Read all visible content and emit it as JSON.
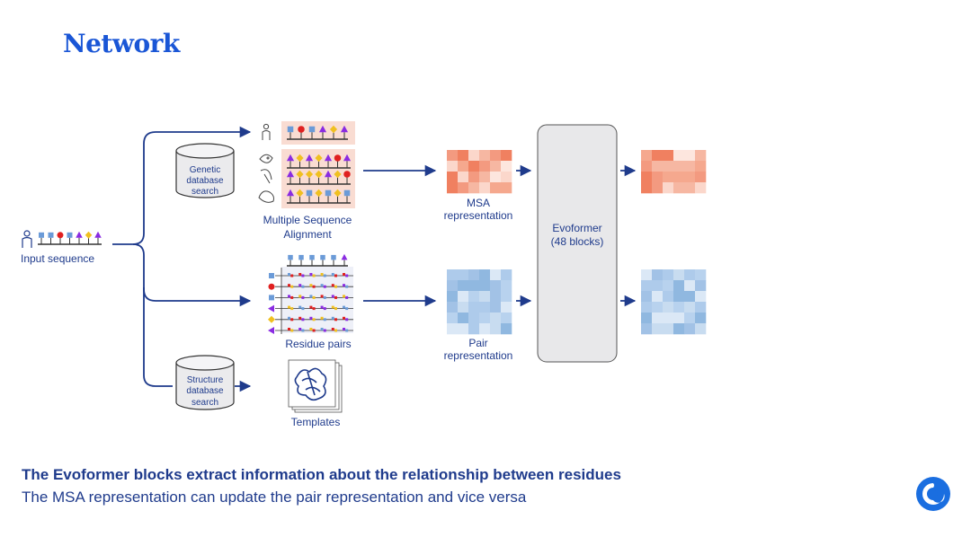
{
  "title": "Network",
  "labels": {
    "input_sequence": "Input sequence",
    "genetic_db": [
      "Genetic",
      "database",
      "search"
    ],
    "structure_db": [
      "Structure",
      "database",
      "search"
    ],
    "msa_alignment": [
      "Multiple Sequence",
      "Alignment"
    ],
    "residue_pairs": "Residue pairs",
    "templates": "Templates",
    "msa_representation": [
      "MSA",
      "representation"
    ],
    "pair_representation": [
      "Pair",
      "representation"
    ],
    "evoformer": [
      "Evoformer",
      "(48 blocks)"
    ]
  },
  "captions": {
    "line1": "The Evoformer blocks extract information about the relationship between residues",
    "line2": "The MSA representation can update the pair representation and vice versa"
  },
  "colors": {
    "arrow": "#1f3b8c",
    "title": "#1a56d6",
    "evoformer_fill": "#e8e8ea",
    "msa_panel": "#f9dcd2",
    "residue_blue": "#6b9bd8",
    "residue_red": "#e02020",
    "residue_purple": "#8a2be2",
    "residue_yellow": "#f0c020",
    "heat_red": "#f08060",
    "heat_blue": "#90b8e0"
  }
}
